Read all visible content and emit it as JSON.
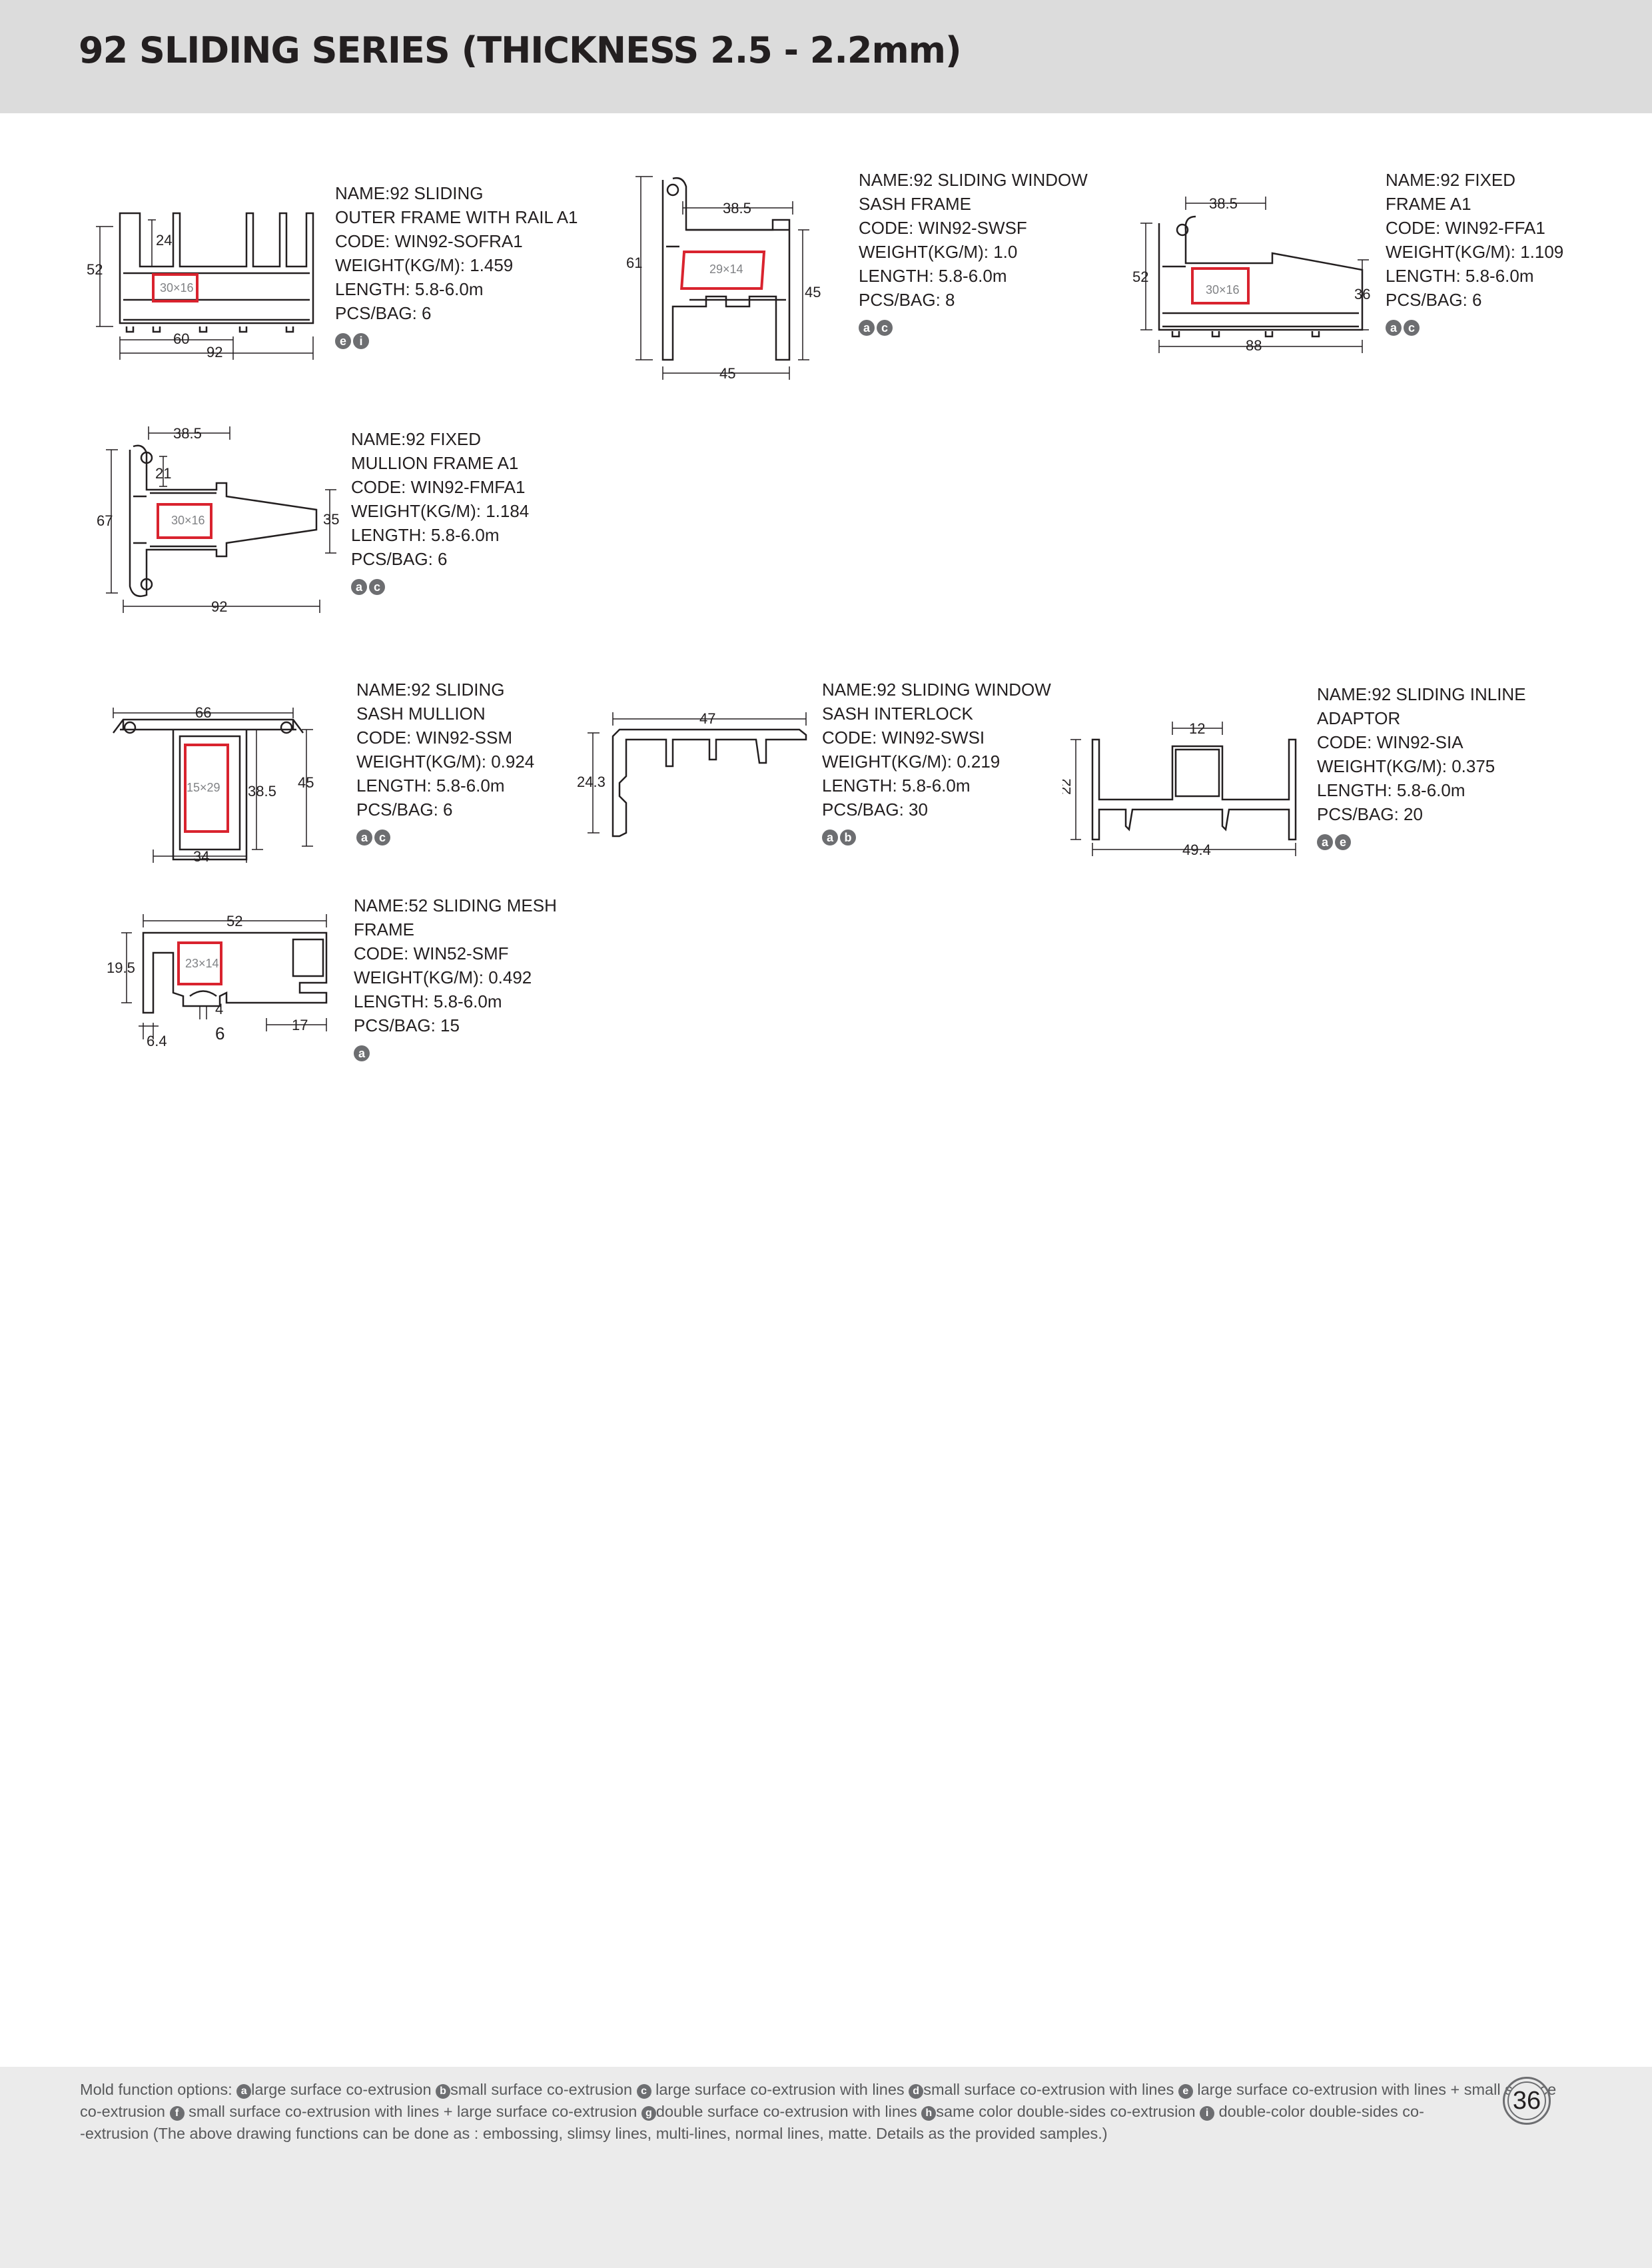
{
  "header": {
    "title": "92 SLIDING SERIES (THICKNESS 2.5 - 2.2mm)"
  },
  "products": [
    {
      "lines": [
        "NAME:92 SLIDING",
        "OUTER FRAME WITH RAIL A1",
        "CODE: WIN92-SOFRA1",
        "WEIGHT(KG/M): 1.459",
        "LENGTH: 5.8-6.0m",
        "PCS/BAG: 6"
      ],
      "badges": [
        "e",
        "i"
      ],
      "dims": [
        "24",
        "52",
        "30×16",
        "60",
        "92"
      ]
    },
    {
      "lines": [
        "NAME:92 SLIDING WINDOW",
        "SASH FRAME",
        "CODE: WIN92-SWSF",
        "WEIGHT(KG/M): 1.0",
        "LENGTH: 5.8-6.0m",
        "PCS/BAG: 8"
      ],
      "badges": [
        "a",
        "c"
      ],
      "dims": [
        "38.5",
        "61",
        "29×14",
        "45",
        "45"
      ]
    },
    {
      "lines": [
        "NAME:92 FIXED",
        "FRAME A1",
        "CODE: WIN92-FFA1",
        "WEIGHT(KG/M): 1.109",
        "LENGTH: 5.8-6.0m",
        "PCS/BAG: 6"
      ],
      "badges": [
        "a",
        "c"
      ],
      "dims": [
        "38.5",
        "52",
        "30×16",
        "36",
        "88"
      ]
    },
    {
      "lines": [
        "NAME:92 FIXED",
        "MULLION FRAME  A1",
        "CODE: WIN92-FMFA1",
        "WEIGHT(KG/M): 1.184",
        "LENGTH: 5.8-6.0m",
        "PCS/BAG: 6"
      ],
      "badges": [
        "a",
        "c"
      ],
      "dims": [
        "38.5",
        "21",
        "67",
        "30×16",
        "35",
        "92"
      ]
    },
    {
      "lines": [
        "NAME:92 SLIDING",
        "SASH MULLION",
        "CODE: WIN92-SSM",
        "WEIGHT(KG/M): 0.924",
        "LENGTH: 5.8-6.0m",
        "PCS/BAG: 6"
      ],
      "badges": [
        "a",
        "c"
      ],
      "dims": [
        "66",
        "15×29",
        "38.5",
        "45",
        "34"
      ]
    },
    {
      "lines": [
        "NAME:92 SLIDING WINDOW",
        "SASH INTERLOCK",
        "CODE: WIN92-SWSI",
        "WEIGHT(KG/M): 0.219",
        "LENGTH: 5.8-6.0m",
        "PCS/BAG: 30"
      ],
      "badges": [
        "a",
        "b"
      ],
      "dims": [
        "47",
        "24.3"
      ]
    },
    {
      "lines": [
        "NAME:92 SLIDING INLINE",
        "ADAPTOR",
        "CODE: WIN92-SIA",
        "WEIGHT(KG/M): 0.375",
        "LENGTH: 5.8-6.0m",
        "PCS/BAG: 20"
      ],
      "badges": [
        "a",
        "e"
      ],
      "dims": [
        "12",
        "22",
        "49.4"
      ]
    },
    {
      "lines": [
        "NAME:52 SLIDING MESH",
        "FRAME",
        "CODE: WIN52-SMF",
        "WEIGHT(KG/M): 0.492",
        "LENGTH: 5.8-6.0m",
        "PCS/BAG: 15"
      ],
      "badges": [
        "a"
      ],
      "dims": [
        "52",
        "19.5",
        "23×14",
        "4",
        "6.4",
        "6",
        "17"
      ]
    }
  ],
  "footer": {
    "intro": "Mold function options:",
    "options": [
      {
        "badge": "a",
        "text": "large surface co-extrusion"
      },
      {
        "badge": "b",
        "text": "small surface co-extrusion"
      },
      {
        "badge": "c",
        "text": "large surface co-extrusion with lines"
      },
      {
        "badge": "d",
        "text": "small surface co-extrusion with lines"
      },
      {
        "badge": "e",
        "text": "large surface co-extrusion with lines + small surface co-extrusion"
      },
      {
        "badge": "f",
        "text": "small surface co-extrusion with lines + large surface co-extrusion"
      },
      {
        "badge": "g",
        "text": "double surface co-extrusion with lines"
      },
      {
        "badge": "h",
        "text": "same color double-sides co-extrusion"
      },
      {
        "badge": "i",
        "text": "double-color double-sides co-"
      }
    ],
    "tail": "-extrusion (The above drawing functions can be done as : embossing, slimsy lines, multi-lines, normal lines, matte. Details as the provided samples.)"
  },
  "page_number": "36"
}
